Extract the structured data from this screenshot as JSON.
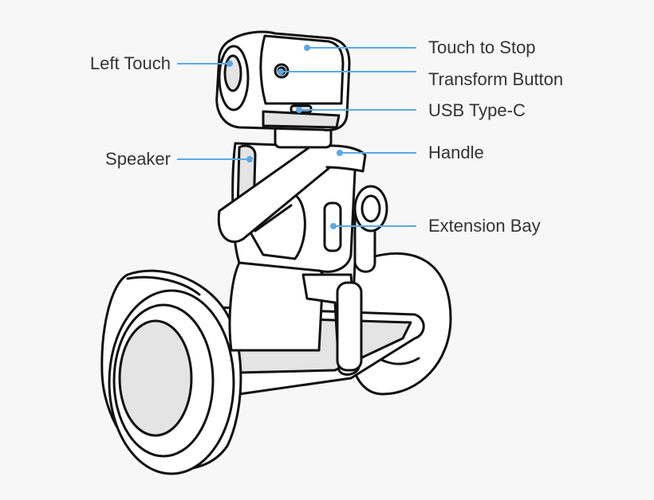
{
  "labels": {
    "left_touch": "Left Touch",
    "speaker": "Speaker",
    "touch_to_stop": "Touch to Stop",
    "transform_button": "Transform Button",
    "usb_type_c": "USB Type-C",
    "handle": "Handle",
    "extension_bay": "Extension Bay"
  },
  "colors": {
    "leader_line": "#5aa9e6",
    "outline": "#111111",
    "fill_light": "#ffffff",
    "fill_grey": "#e4e4e4"
  }
}
